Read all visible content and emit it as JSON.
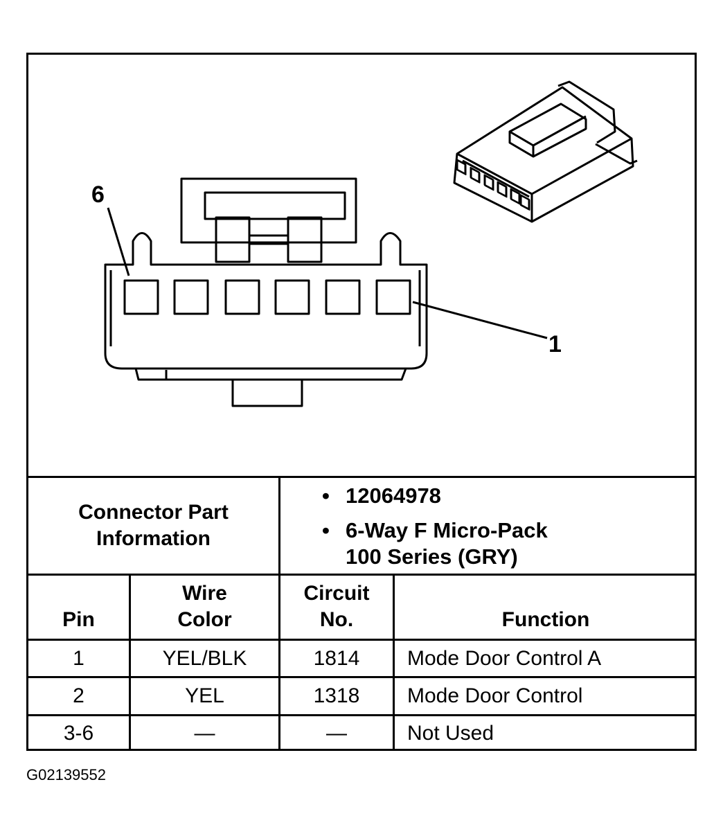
{
  "diagram": {
    "pin_label_left": "6",
    "pin_label_right": "1"
  },
  "part_info": {
    "label": "Connector Part Information",
    "items": [
      "12064978",
      "6-Way F Micro-Pack",
      "100 Series (GRY)"
    ],
    "bullet": "•"
  },
  "table": {
    "headers": {
      "pin": "Pin",
      "wire_color": "Wire Color",
      "circuit_no": "Circuit No.",
      "function": "Function"
    },
    "rows": [
      {
        "pin": "1",
        "wire_color": "YEL/BLK",
        "circuit_no": "1814",
        "function": "Mode Door Control A"
      },
      {
        "pin": "2",
        "wire_color": "YEL",
        "circuit_no": "1318",
        "function": "Mode Door Control"
      },
      {
        "pin": "3-6",
        "wire_color": "—",
        "circuit_no": "—",
        "function": "Not Used"
      }
    ]
  },
  "figure_id": "G02139552"
}
